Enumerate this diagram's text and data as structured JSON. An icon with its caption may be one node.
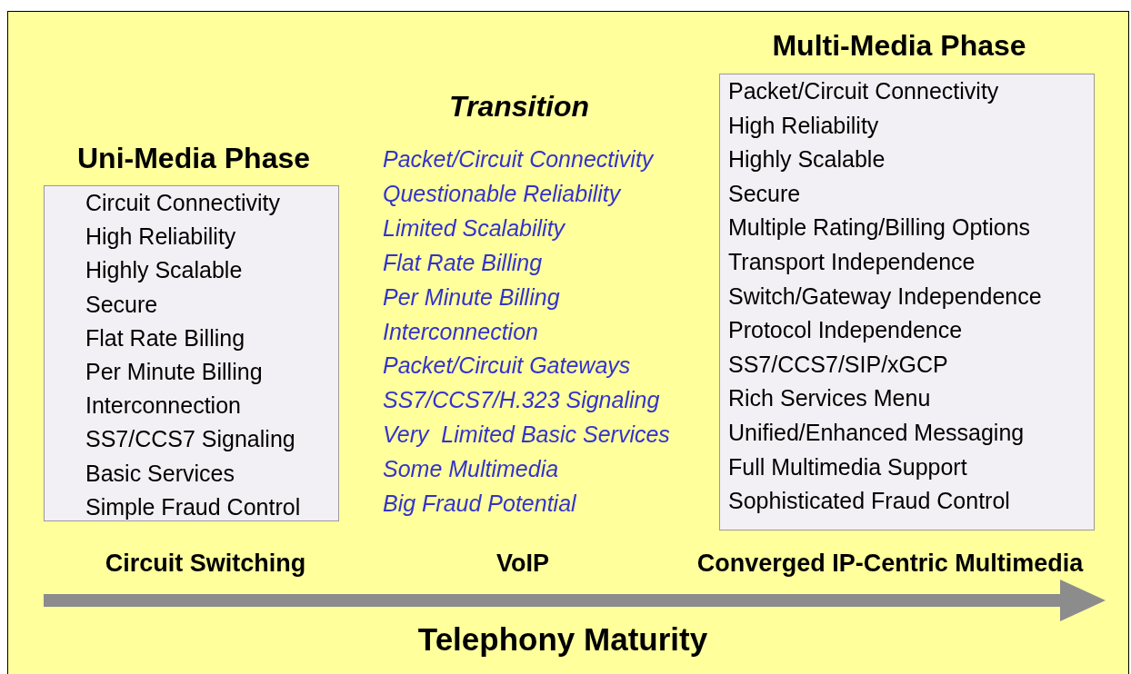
{
  "diagram": {
    "nodes": [
      {
        "text": [
          "Uni-Media Phase",
          "Circuit Connectivity",
          "High Reliability",
          "Highly Scalable",
          "Secure",
          "Flat Rate Billing",
          "Per Minute Billing",
          "Interconnection",
          "SS7/CCS7 Signaling",
          "Basic Services",
          "Simple Fraud Control"
        ]
      },
      {
        "text": [
          "Multi-Media Phase",
          "Packet/Circuit Connectivity",
          "High Reliability",
          "Highly Scalable",
          "Secure",
          "Multiple Rating/Billing Options",
          "Transport Independence",
          "Switch/Gateway Independence",
          "Protocol Independence",
          "SS7/CCS7/SIP/xGCP",
          "Rich Services Menu",
          "Unified/Enhanced Messaging",
          "Full Multimedia Support",
          "Sophisticated Fraud Control"
        ]
      }
    ],
    "edges": [],
    "labels": [
      "Transition",
      "Packet/Circuit Connectivity",
      "Questionable Reliability",
      "Limited Scalability",
      "Flat Rate Billing",
      "Per Minute Billing",
      "Interconnection",
      "Packet/Circuit Gateways",
      "SS7/CCS7/H.323 Signaling",
      "Very  Limited Basic Services",
      "Some Multimedia",
      "Big Fraud Potential",
      "Circuit Switching",
      "VoIP",
      "Converged IP-Centric Multimedia",
      "Telephony Maturity"
    ]
  }
}
